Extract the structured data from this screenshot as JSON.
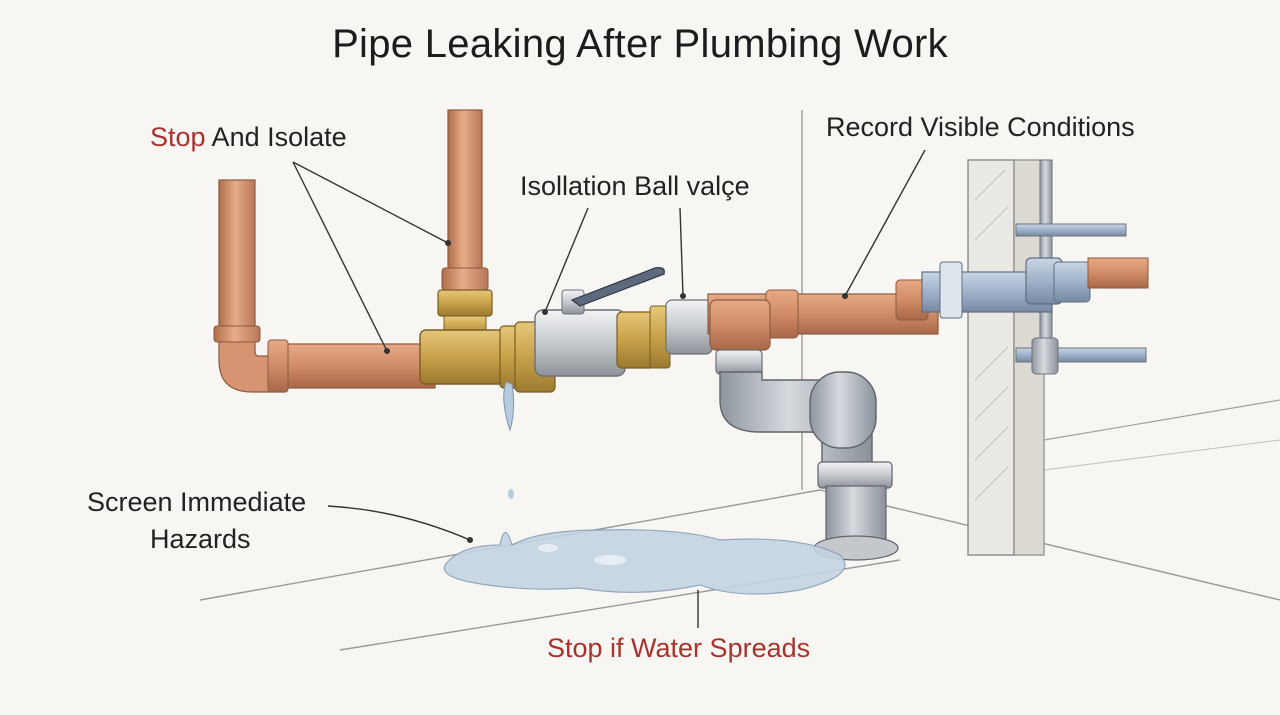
{
  "title": "Pipe Leaking After Plumbing Work",
  "labels": {
    "stop_and_isolate": {
      "part1": "Stop",
      "part2": " And Isolate"
    },
    "isolation_valve": "Isollation Ball valçe",
    "record_conditions": "Record Visible Conditions",
    "screen_hazards_line1": "Screen Immediate",
    "screen_hazards_line2": "Hazards",
    "stop_if_spreads": "Stop if Water Spreads"
  },
  "colors": {
    "copper": "#cf8d68",
    "brass": "#c8a24a",
    "chrome": "#c9cdd2",
    "grey_pvc": "#a9b0b8",
    "blue_steel": "#9fb2c9",
    "water": "#c5d3e2",
    "accent_red": "#a8332e",
    "background": "#f7f6f2"
  }
}
